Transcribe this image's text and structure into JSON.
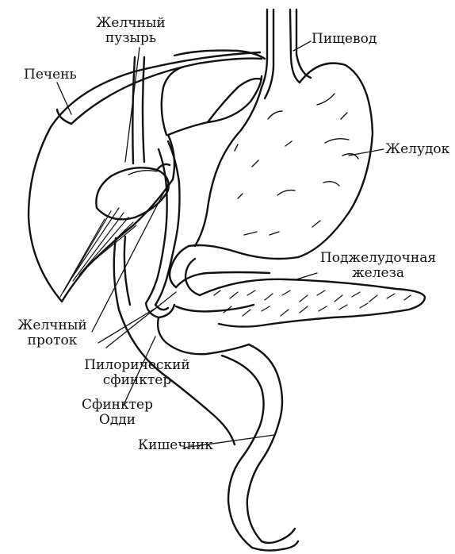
{
  "labels": {
    "gallbladder": [
      "Желчный",
      "пузырь"
    ],
    "liver": "Печень",
    "esophagus": "Пищевод",
    "stomach": "Желудок",
    "pancreas": [
      "Поджелудочная",
      "железа"
    ],
    "bile_duct": [
      "Желчный",
      "проток"
    ],
    "pyloric_sphincter": [
      "Пилорический",
      "сфинктер"
    ],
    "sphincter_of_oddi": [
      "Сфинктер",
      "Одди"
    ],
    "intestine": "Кишечник"
  },
  "colors": {
    "ink": "#111111",
    "background": "#ffffff"
  }
}
